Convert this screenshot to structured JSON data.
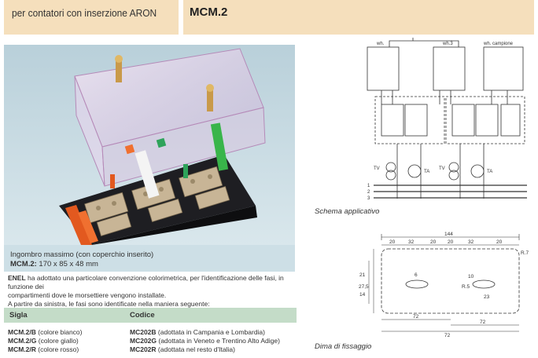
{
  "header": {
    "subtitle": "per contatori con inserzione ARON",
    "code": "MCM.2"
  },
  "photo": {
    "caption_line1": "Ingombro massimo (con coperchio inserito)",
    "caption_line2_code": "MCM.2:",
    "caption_line2_dims": " 170 x 85 x 48 mm"
  },
  "text": {
    "enel": "ENEL",
    "line1": " ha adottato una particolare convenzione colorimetrica, per l'identificazione delle fasi, in funzione dei",
    "line2": "compartimenti dove le morsettiere vengono installate.",
    "line3": "A partire da sinistra, le fasi sono identificate nella maniera seguente:"
  },
  "table": {
    "headers": {
      "sigla": "Sigla",
      "codice": "Codice"
    },
    "rows": [
      {
        "sigla": "MCM.2/B",
        "sigla_desc": " (colore bianco)",
        "codice": "MC202B",
        "codice_desc": " (adottata in Campania e Lombardia)"
      },
      {
        "sigla": "MCM.2/G",
        "sigla_desc": " (colore giallo)",
        "codice": "MC202G",
        "codice_desc": " (adottata in Veneto e Trentino Alto Adige)"
      },
      {
        "sigla": "MCM.2/R",
        "sigla_desc": " (colore rosso)",
        "codice": "MC202R",
        "codice_desc": " (adottata nel resto d'Italia)"
      }
    ]
  },
  "schema": {
    "caption": "Schema applicativo",
    "labels": {
      "wh": "wh.",
      "wh3": "wh.3",
      "whc": "wh. campione",
      "tv": "TV",
      "ta": "TA",
      "l1": "1",
      "l2": "2",
      "l3": "3"
    }
  },
  "dima": {
    "caption": "Dima di fissaggio",
    "dims": {
      "total": "144",
      "s20": "20",
      "s32": "32",
      "s72": "72",
      "r7": "R.7",
      "r5": "R.5",
      "d10": "10",
      "d6": "6",
      "d23": "23",
      "d21": "21",
      "d14": "14",
      "d275": "27,5"
    }
  },
  "colors": {
    "band": "#f5dfbc",
    "photo_bg": "#cddfe6",
    "table_head": "#c4dcc8"
  }
}
